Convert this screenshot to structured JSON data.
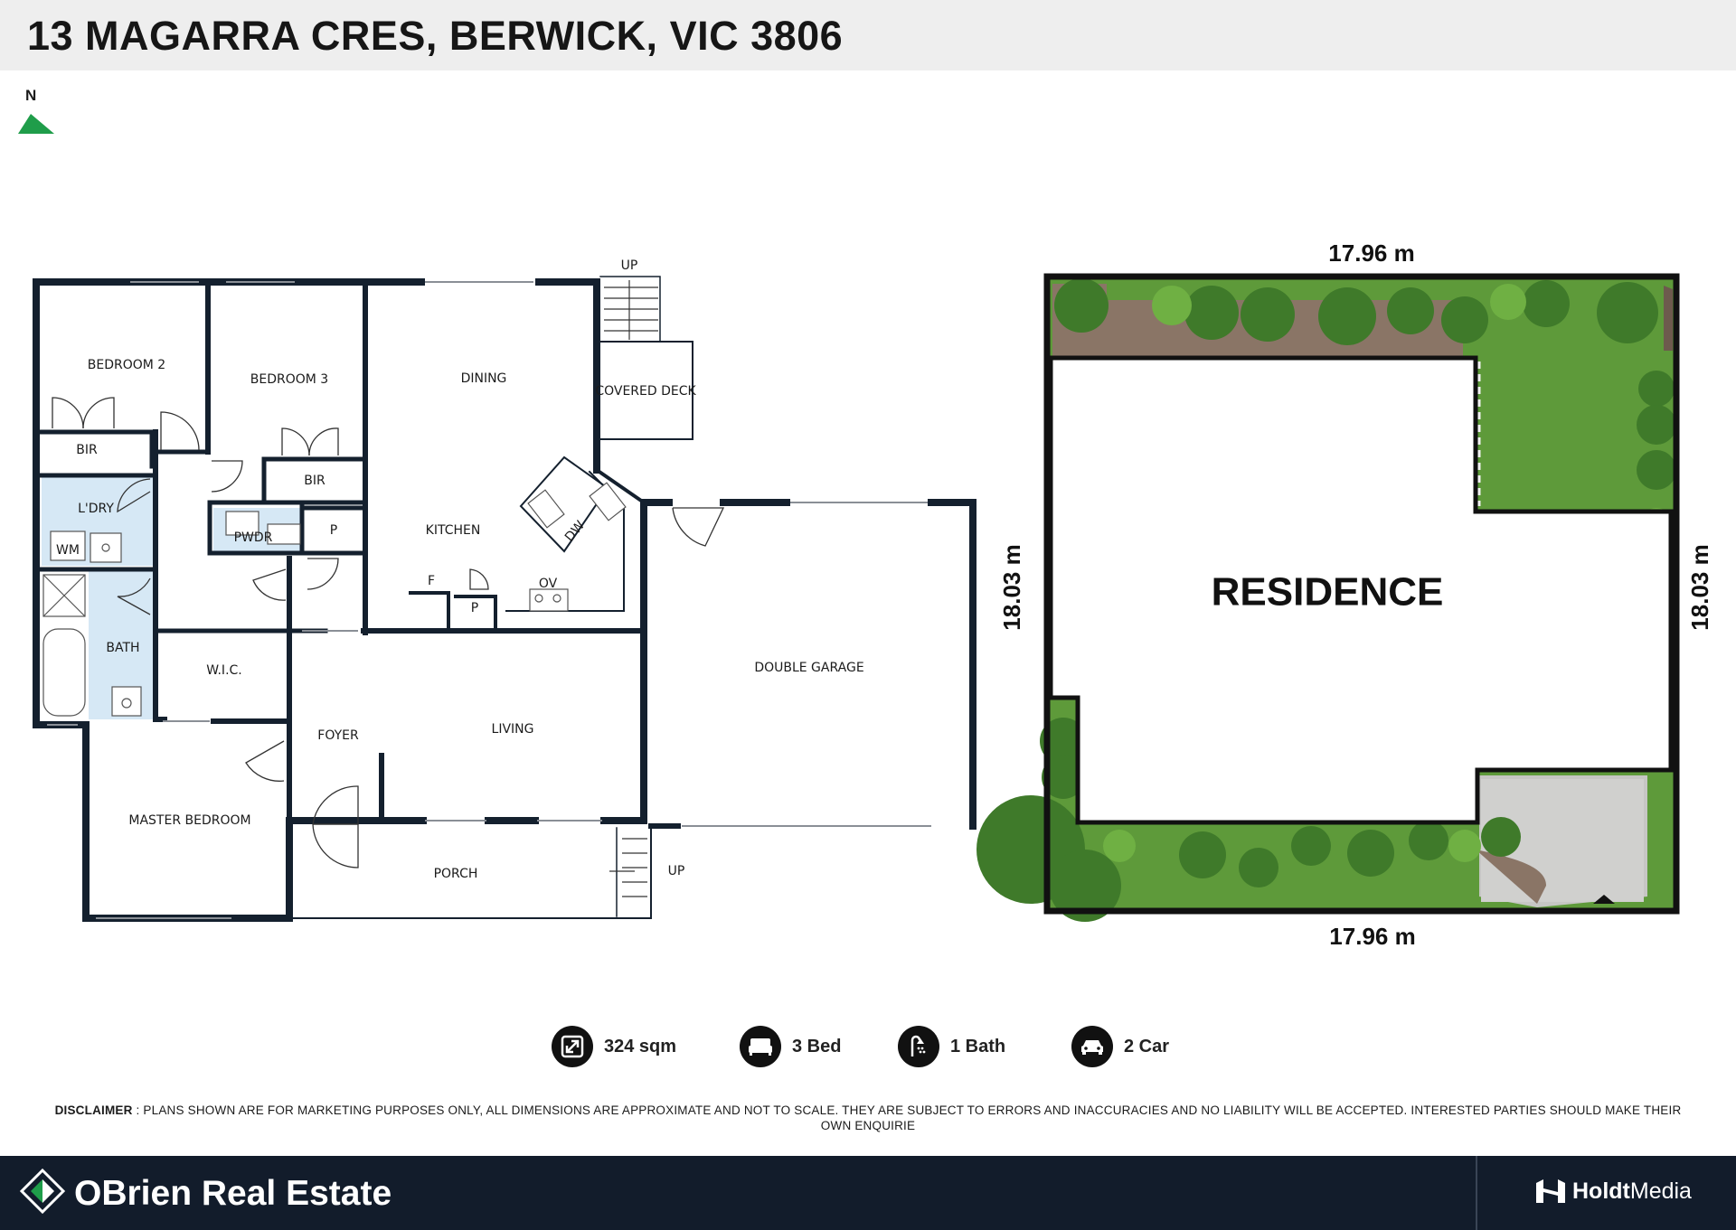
{
  "header": {
    "title": "13 MAGARRA CRES, BERWICK, VIC 3806"
  },
  "north": {
    "label": "N"
  },
  "floor_plan": {
    "rooms": {
      "bedroom2": "BEDROOM 2",
      "bedroom3": "BEDROOM 3",
      "dining": "DINING",
      "covered_deck": "COVERED DECK",
      "bir1": "BIR",
      "bir2": "BIR",
      "laundry": "L'DRY",
      "wm": "WM",
      "pwdr": "PWDR",
      "pantry1": "P",
      "kitchen": "KITCHEN",
      "dw": "DW",
      "fridge": "F",
      "pantry2": "P",
      "oven": "OV",
      "bath": "BATH",
      "wic": "W.I.C.",
      "double_garage": "DOUBLE GARAGE",
      "foyer": "FOYER",
      "living": "LIVING",
      "master_bedroom": "MASTER BEDROOM",
      "porch": "PORCH",
      "up_top": "UP",
      "up_bottom": "UP"
    }
  },
  "site_plan": {
    "residence_label": "RESIDENCE",
    "dim_top": "17.96 m",
    "dim_bottom": "17.96 m",
    "dim_left": "18.03 m",
    "dim_right": "18.03 m"
  },
  "stats": [
    {
      "icon": "area-icon",
      "text": "324 sqm"
    },
    {
      "icon": "bed-icon",
      "text": "3 Bed"
    },
    {
      "icon": "shower-icon",
      "text": "1 Bath"
    },
    {
      "icon": "car-icon",
      "text": "2 Car"
    }
  ],
  "disclaimer": {
    "heading": "DISCLAIMER",
    "text": " : PLANS SHOWN ARE FOR MARKETING PURPOSES ONLY, ALL DIMENSIONS ARE APPROXIMATE AND NOT TO SCALE. THEY ARE SUBJECT TO ERRORS AND INACCURACIES AND NO LIABILITY WILL BE ACCEPTED. INTERESTED PARTIES SHOULD MAKE THEIR OWN ENQUIRIE"
  },
  "footer": {
    "brand": "OBrien Real Estate",
    "partner_bold": "Holdt",
    "partner_light": "Media"
  },
  "colors": {
    "header_bg": "#eeeeee",
    "footer_bg": "#121c2b",
    "wall": "#14202e",
    "wet_area": "#d6e8f5",
    "lawn": "#5e9a3a",
    "north_arrow": "#1f9d4a"
  }
}
